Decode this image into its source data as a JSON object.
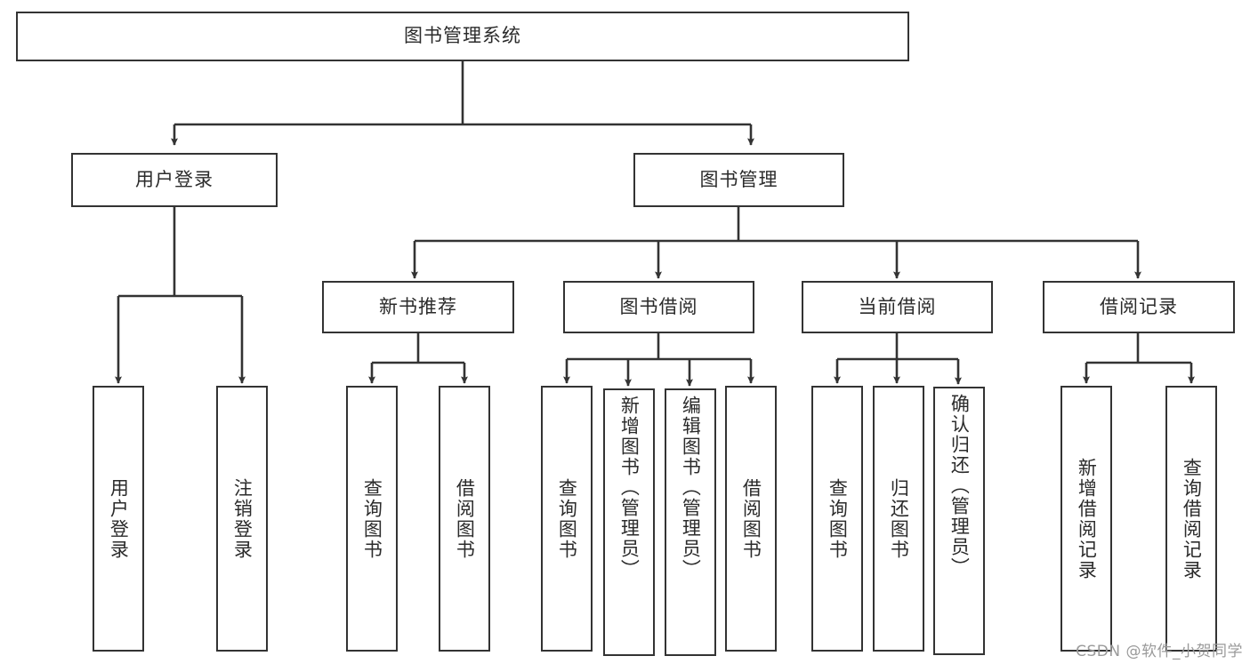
{
  "diagram": {
    "type": "hierarchy-tree",
    "orientation": "top-down",
    "line_color": "#333333",
    "box_fill": "#ffffff",
    "text_color": "#2b2b2b",
    "root": {
      "label": "图书管理系统"
    },
    "level2": [
      {
        "label": "用户登录"
      },
      {
        "label": "图书管理"
      }
    ],
    "level3": [
      {
        "label": "新书推荐"
      },
      {
        "label": "图书借阅"
      },
      {
        "label": "当前借阅"
      },
      {
        "label": "借阅记录"
      }
    ],
    "leaves": {
      "user_login": [
        {
          "label": "用户登录"
        },
        {
          "label": "注销登录"
        }
      ],
      "new_book_recommend": [
        {
          "label": "查询图书"
        },
        {
          "label": "借阅图书"
        }
      ],
      "book_borrow": [
        {
          "label": "查询图书"
        },
        {
          "label": "新增图书（管理员）"
        },
        {
          "label": "编辑图书（管理员）"
        },
        {
          "label": "借阅图书"
        }
      ],
      "current_borrow": [
        {
          "label": "查询图书"
        },
        {
          "label": "归还图书"
        },
        {
          "label": "确认归还（管理员）"
        }
      ],
      "borrow_record": [
        {
          "label": "新增借阅记录"
        },
        {
          "label": "查询借阅记录"
        }
      ]
    }
  },
  "watermark": {
    "text": "CSDN @软件_小贺同学"
  }
}
